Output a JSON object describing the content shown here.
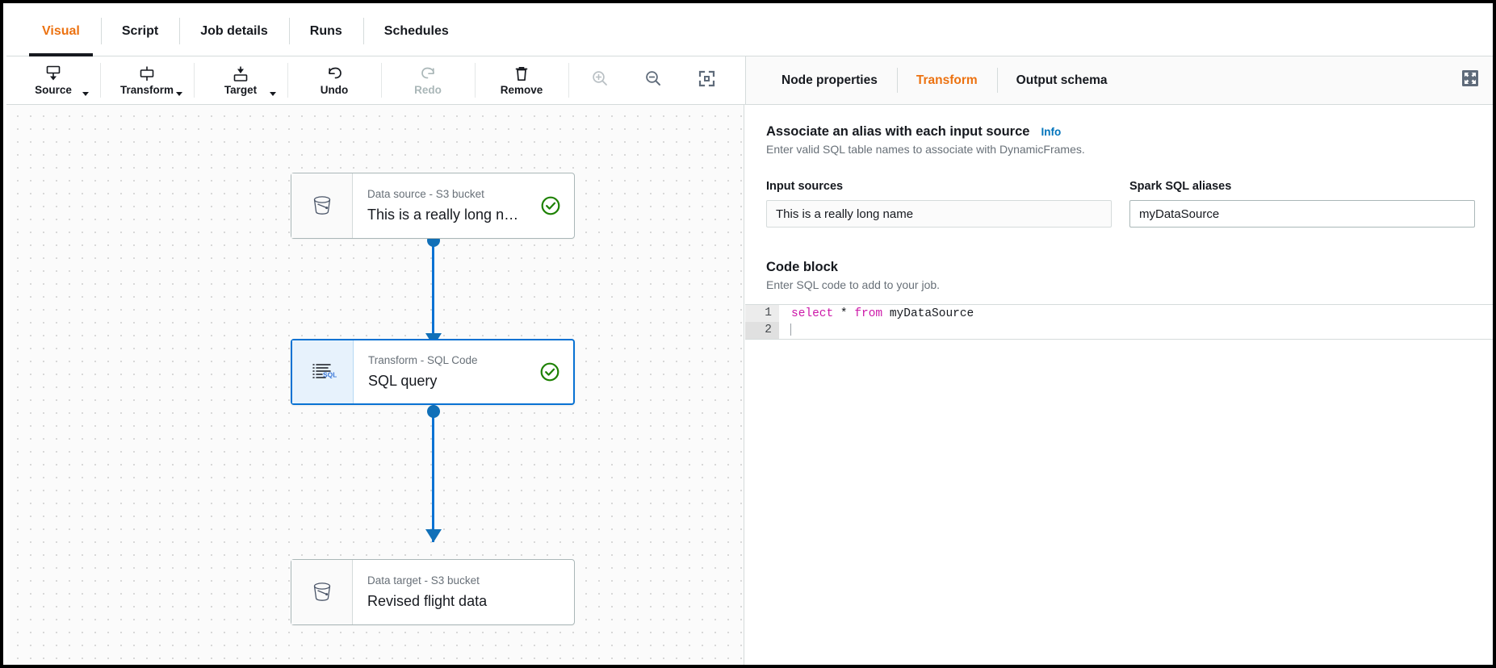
{
  "top_tabs": [
    {
      "label": "Visual",
      "active": true
    },
    {
      "label": "Script",
      "active": false
    },
    {
      "label": "Job details",
      "active": false
    },
    {
      "label": "Runs",
      "active": false
    },
    {
      "label": "Schedules",
      "active": false
    }
  ],
  "toolbar": {
    "buttons": [
      {
        "label": "Source",
        "icon": "source-icon",
        "has_caret": true,
        "disabled": false
      },
      {
        "label": "Transform",
        "icon": "transform-icon",
        "has_caret": true,
        "disabled": false
      },
      {
        "label": "Target",
        "icon": "target-icon",
        "has_caret": true,
        "disabled": false
      },
      {
        "label": "Undo",
        "icon": "undo-icon",
        "has_caret": false,
        "disabled": false
      },
      {
        "label": "Redo",
        "icon": "redo-icon",
        "has_caret": false,
        "disabled": true
      },
      {
        "label": "Remove",
        "icon": "trash-icon",
        "has_caret": false,
        "disabled": false
      }
    ],
    "zoom_controls": [
      {
        "icon": "zoom-in-icon",
        "disabled": true
      },
      {
        "icon": "zoom-out-icon",
        "disabled": false
      },
      {
        "icon": "fit-to-screen-icon",
        "disabled": false
      }
    ]
  },
  "canvas": {
    "nodes": [
      {
        "id": "source",
        "subtitle": "Data source - S3 bucket",
        "title": "This is a really long n…",
        "icon": "s3-bucket-icon",
        "status": "valid",
        "selected": false
      },
      {
        "id": "transform",
        "subtitle": "Transform - SQL Code",
        "title": "SQL query",
        "icon": "sql-code-icon",
        "status": "valid",
        "selected": true
      },
      {
        "id": "target",
        "subtitle": "Data target - S3 bucket",
        "title": "Revised flight data",
        "icon": "s3-bucket-icon",
        "status": "none",
        "selected": false
      }
    ],
    "edge_color": "#1170b8"
  },
  "panel": {
    "tabs": [
      {
        "label": "Node properties",
        "active": false
      },
      {
        "label": "Transform",
        "active": true
      },
      {
        "label": "Output schema",
        "active": false
      }
    ],
    "expand_icon": "expand-icon",
    "section": {
      "title": "Associate an alias with each input source",
      "info_label": "Info",
      "description": "Enter valid SQL table names to associate with DynamicFrames."
    },
    "fields": [
      {
        "label": "Input sources",
        "value": "This is a really long name",
        "editable": false
      },
      {
        "label": "Spark SQL aliases",
        "value": "myDataSource",
        "editable": true
      }
    ],
    "code_block": {
      "title": "Code block",
      "description": "Enter SQL code to add to your job.",
      "lines": [
        {
          "number": "1",
          "active": false,
          "tokens": [
            {
              "text": "select",
              "type": "keyword"
            },
            {
              "text": " * ",
              "type": "plain"
            },
            {
              "text": "from",
              "type": "keyword"
            },
            {
              "text": " myDataSource",
              "type": "plain"
            }
          ]
        },
        {
          "number": "2",
          "active": true,
          "tokens": []
        }
      ]
    }
  },
  "colors": {
    "accent_orange": "#ec7211",
    "link_blue": "#0073bb",
    "edge_blue": "#1170b8",
    "status_green": "#1d8102"
  }
}
